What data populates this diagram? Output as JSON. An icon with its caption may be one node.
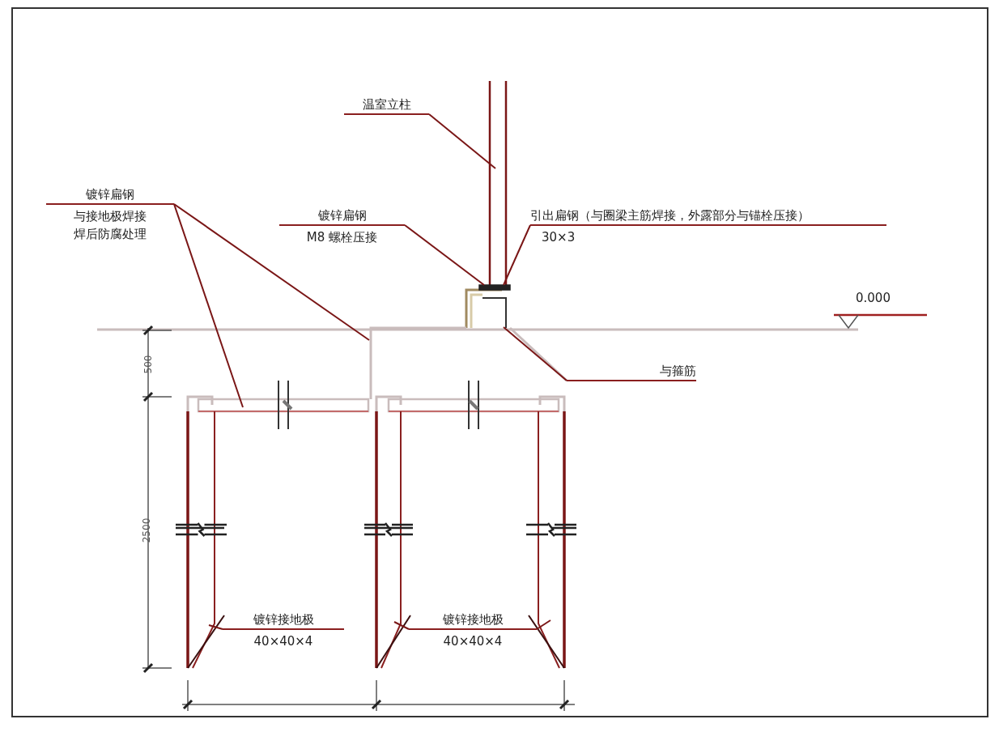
{
  "diagram": {
    "nodes": [
      {
        "text": [
          "温室立柱"
        ]
      },
      {
        "text": [
          "镀锌扁钢",
          "与接地极焊接焊后防腐处理"
        ]
      },
      {
        "text": [
          "镀锌扁钢",
          "M8 螺栓压接"
        ]
      },
      {
        "text": [
          "引出扁钢（与圈梁主筋焊接，外露部分与锚栓压接）",
          "30×3"
        ]
      },
      {
        "text": [
          "与箍筋"
        ]
      },
      {
        "text": [
          "镀锌接地极",
          "40×40×4"
        ]
      },
      {
        "text": [
          "镀锌接地极",
          "40×40×4"
        ]
      }
    ],
    "edges": [
      {
        "from": 0,
        "to": null,
        "arrow": "none"
      },
      {
        "from": 1,
        "to": null,
        "arrow": "none"
      },
      {
        "from": 1,
        "to": null,
        "arrow": "none"
      },
      {
        "from": 2,
        "to": null,
        "arrow": "none"
      },
      {
        "from": 3,
        "to": null,
        "arrow": "none"
      },
      {
        "from": 4,
        "to": null,
        "arrow": "none"
      },
      {
        "from": 5,
        "to": null,
        "arrow": "none"
      },
      {
        "from": 6,
        "to": null,
        "arrow": "none"
      },
      {
        "from": 6,
        "to": null,
        "arrow": "none"
      }
    ],
    "labels": [
      "0.000",
      "500",
      "2500"
    ]
  }
}
